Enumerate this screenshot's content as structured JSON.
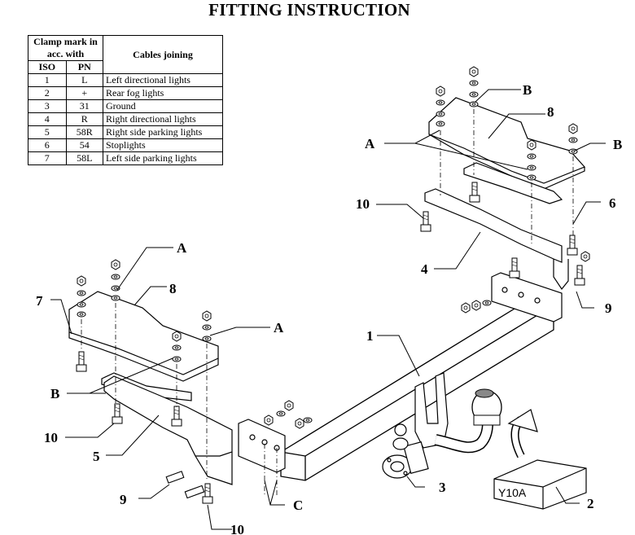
{
  "title": "FITTING INSTRUCTION",
  "table": {
    "header_clamp": "Clamp mark in acc. with",
    "header_cables": "Cables joining",
    "header_iso": "ISO",
    "header_pn": "PN",
    "rows": [
      {
        "iso": "1",
        "pn": "L",
        "cable": "Left directional lights"
      },
      {
        "iso": "2",
        "pn": "+",
        "cable": "Rear fog lights"
      },
      {
        "iso": "3",
        "pn": "31",
        "cable": "Ground"
      },
      {
        "iso": "4",
        "pn": "R",
        "cable": "Right directional lights"
      },
      {
        "iso": "5",
        "pn": "58R",
        "cable": "Right side parking lights"
      },
      {
        "iso": "6",
        "pn": "54",
        "cable": "Stoplights"
      },
      {
        "iso": "7",
        "pn": "58L",
        "cable": "Left side parking lights"
      }
    ]
  },
  "labels": {
    "A1": "A",
    "A2": "A",
    "A3": "A",
    "B1": "B",
    "B2": "B",
    "B3": "B",
    "C": "C",
    "n1": "1",
    "n2": "2",
    "n3": "3",
    "n4": "4",
    "n5": "5",
    "n6": "6",
    "n7": "7",
    "n8a": "8",
    "n8b": "8",
    "n9a": "9",
    "n9b": "9",
    "n10a": "10",
    "n10b": "10",
    "n10c": "10"
  },
  "box_code": "Y10A"
}
